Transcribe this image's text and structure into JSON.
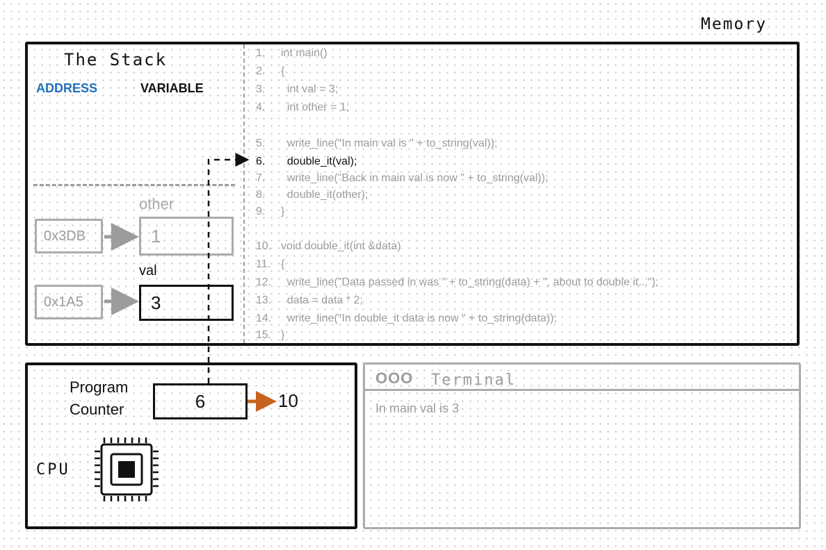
{
  "memory": {
    "label": "Memory"
  },
  "stack": {
    "title": "The Stack",
    "address_header": "ADDRESS",
    "variable_header": "VARIABLE",
    "variables": [
      {
        "address": "0x3DB",
        "name": "other",
        "value": "1"
      },
      {
        "address": "0x1A5",
        "name": "val",
        "value": "3"
      }
    ]
  },
  "code": {
    "active_line": 6,
    "lines": [
      {
        "num": "1.",
        "text": "int main()"
      },
      {
        "num": "2.",
        "text": "{"
      },
      {
        "num": "3.",
        "text": "  int val = 3;"
      },
      {
        "num": "4.",
        "text": "  int other = 1;"
      },
      {
        "num": "5.",
        "text": "  write_line(\"In main val is \" + to_string(val));"
      },
      {
        "num": "6.",
        "text": "  double_it(val);"
      },
      {
        "num": "7.",
        "text": "  write_line(\"Back in main val is now \" + to_string(val));"
      },
      {
        "num": "8.",
        "text": "  double_it(other);"
      },
      {
        "num": "9.",
        "text": "}"
      },
      {
        "num": "10.",
        "text": "void double_it(int &data)"
      },
      {
        "num": "11.",
        "text": "{"
      },
      {
        "num": "12.",
        "text": "  write_line(\"Data passed in was \" + to_string(data) + \", about to double it...\");"
      },
      {
        "num": "13.",
        "text": "  data = data * 2;"
      },
      {
        "num": "14.",
        "text": "  write_line(\"In double_it data is now \" + to_string(data));"
      },
      {
        "num": "15.",
        "text": "}"
      }
    ]
  },
  "cpu": {
    "label": "CPU",
    "pc_label_line1": "Program",
    "pc_label_line2": "Counter",
    "pc_value": "6",
    "pc_next": "10"
  },
  "terminal": {
    "dots": "OOO",
    "title": "Terminal",
    "output": "In main val is 3"
  },
  "colors": {
    "address_header": "#1f6fbd",
    "arrow_orange": "#c8631e",
    "active_border": "#111111",
    "inactive_gray": "#9c9c9c"
  }
}
